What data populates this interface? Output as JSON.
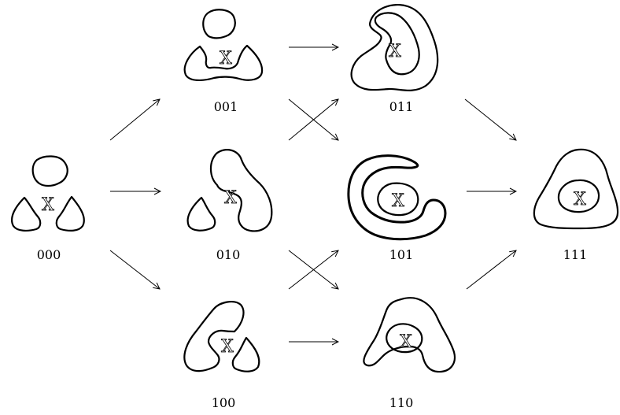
{
  "center_symbol": "X",
  "vertices": {
    "v000": "000",
    "v001": "001",
    "v010": "010",
    "v100": "100",
    "v011": "011",
    "v101": "101",
    "v110": "110",
    "v111": "111"
  },
  "edges": [
    [
      "000",
      "001"
    ],
    [
      "000",
      "010"
    ],
    [
      "000",
      "100"
    ],
    [
      "001",
      "011"
    ],
    [
      "001",
      "101"
    ],
    [
      "010",
      "011"
    ],
    [
      "010",
      "110"
    ],
    [
      "100",
      "101"
    ],
    [
      "100",
      "110"
    ],
    [
      "011",
      "111"
    ],
    [
      "101",
      "111"
    ],
    [
      "110",
      "111"
    ]
  ]
}
